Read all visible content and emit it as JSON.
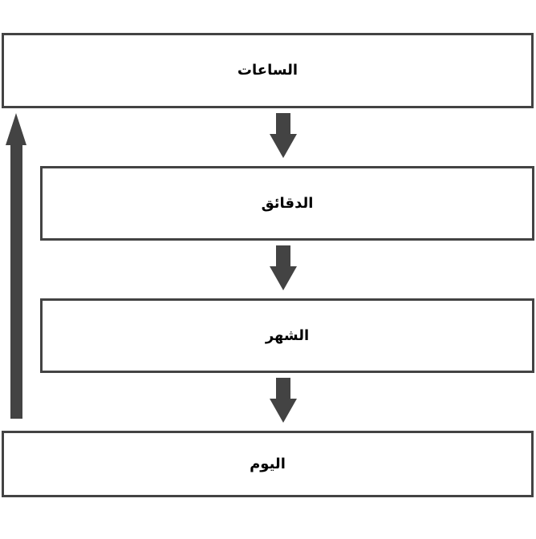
{
  "diagram": {
    "title": "time-units-flow-diagram",
    "direction": "rtl",
    "border_color": "#434343",
    "arrow_color": "#434343",
    "text_color": "#000000",
    "background_color": "#ffffff",
    "nodes": [
      {
        "id": "hours",
        "label": "الساعات"
      },
      {
        "id": "minutes",
        "label": "الدقائق"
      },
      {
        "id": "month",
        "label": "الشهر"
      },
      {
        "id": "day",
        "label": "اليوم"
      }
    ],
    "connectors": [
      {
        "id": "hours-to-minutes",
        "type": "arrow-down",
        "from": "hours",
        "to": "minutes"
      },
      {
        "id": "minutes-to-month",
        "type": "arrow-down",
        "from": "minutes",
        "to": "month"
      },
      {
        "id": "month-to-day",
        "type": "arrow-down",
        "from": "month",
        "to": "day"
      },
      {
        "id": "day-to-hours",
        "type": "arrow-up",
        "from": "day",
        "to": "hours"
      }
    ]
  }
}
